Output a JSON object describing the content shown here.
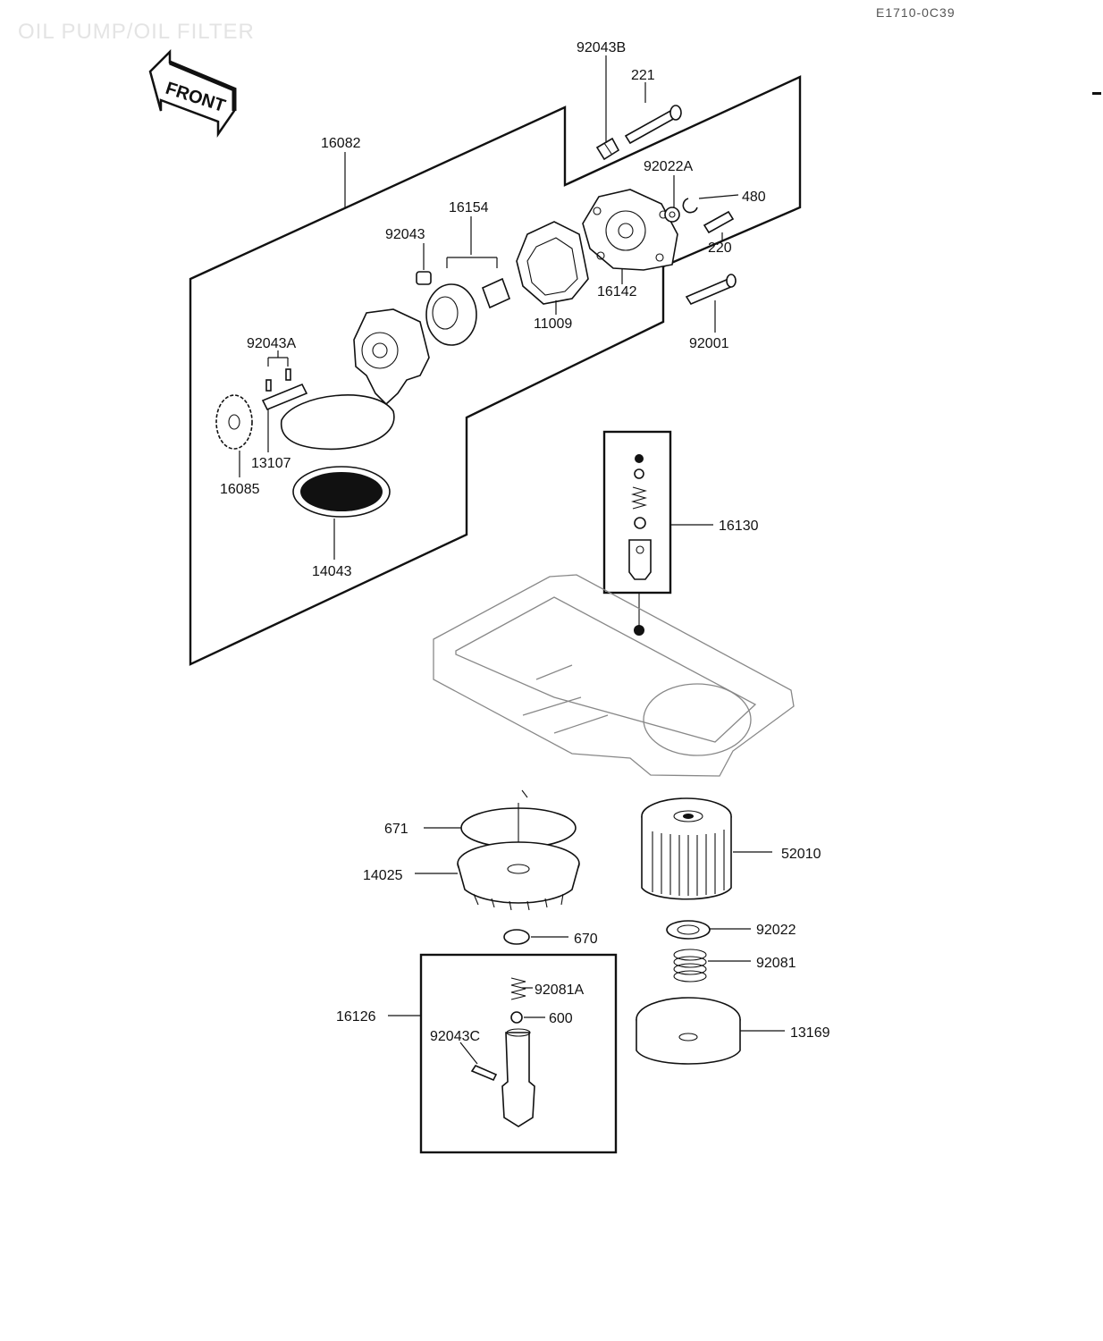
{
  "page": {
    "title": "OIL PUMP/OIL FILTER",
    "reference_code": "E1710-0C39",
    "front_arrow_label": "FRONT"
  },
  "callouts": [
    {
      "id": "16082",
      "text": "16082"
    },
    {
      "id": "92043B",
      "text": "92043B"
    },
    {
      "id": "221",
      "text": "221"
    },
    {
      "id": "92022A",
      "text": "92022A"
    },
    {
      "id": "480",
      "text": "480"
    },
    {
      "id": "16154",
      "text": "16154"
    },
    {
      "id": "92043",
      "text": "92043"
    },
    {
      "id": "220",
      "text": "220"
    },
    {
      "id": "16142",
      "text": "16142"
    },
    {
      "id": "11009",
      "text": "11009"
    },
    {
      "id": "92001",
      "text": "92001"
    },
    {
      "id": "92043A",
      "text": "92043A"
    },
    {
      "id": "13107",
      "text": "13107"
    },
    {
      "id": "16085",
      "text": "16085"
    },
    {
      "id": "14043",
      "text": "14043"
    },
    {
      "id": "16130",
      "text": "16130"
    },
    {
      "id": "671",
      "text": "671"
    },
    {
      "id": "14025",
      "text": "14025"
    },
    {
      "id": "52010",
      "text": "52010"
    },
    {
      "id": "670",
      "text": "670"
    },
    {
      "id": "92022",
      "text": "92022"
    },
    {
      "id": "92081",
      "text": "92081"
    },
    {
      "id": "92081A",
      "text": "92081A"
    },
    {
      "id": "600",
      "text": "600"
    },
    {
      "id": "16126",
      "text": "16126"
    },
    {
      "id": "92043C",
      "text": "92043C"
    },
    {
      "id": "13169",
      "text": "13169"
    }
  ]
}
